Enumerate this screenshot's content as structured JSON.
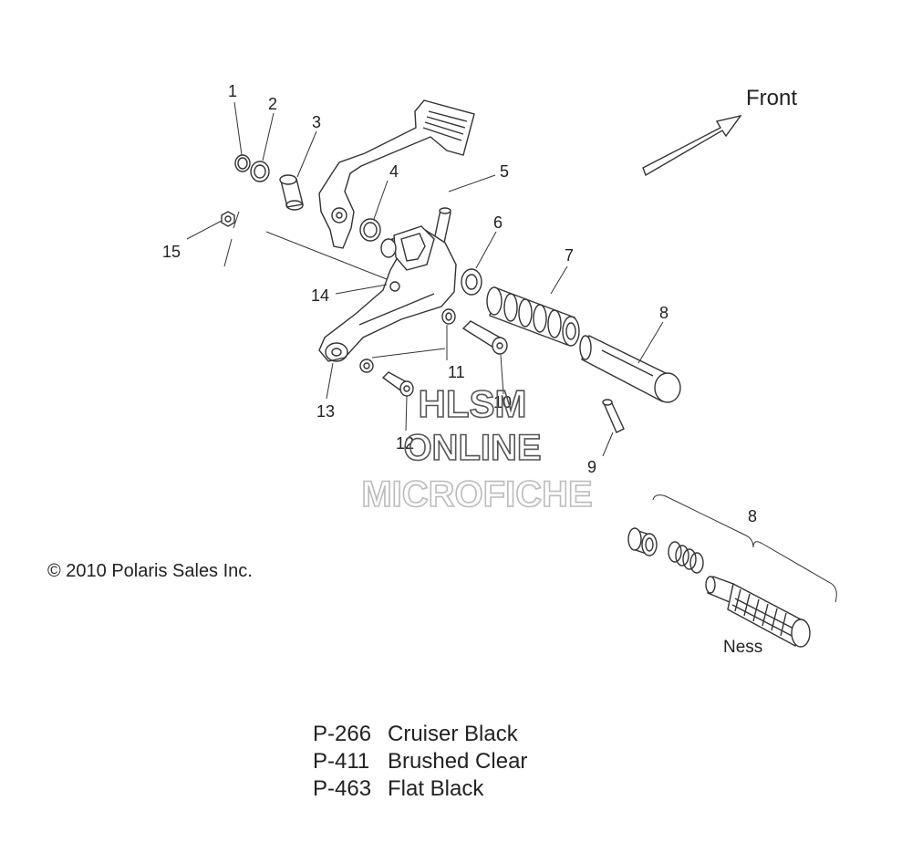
{
  "diagram": {
    "direction_label": "Front",
    "copyright": "© 2010 Polaris Sales Inc.",
    "kit_note": "Ness",
    "callouts": [
      "1",
      "2",
      "3",
      "4",
      "5",
      "6",
      "7",
      "8",
      "9",
      "10",
      "11",
      "12",
      "13",
      "14",
      "15"
    ],
    "kit_callout": "8"
  },
  "watermark": {
    "line1": "HLSM",
    "line2": "ONLINE",
    "line3": "MICROFICHE",
    "color_dark": "#555555",
    "color_light": "#bbbbbb"
  },
  "finishes": [
    {
      "code": "P-266",
      "name": "Cruiser Black"
    },
    {
      "code": "P-411",
      "name": "Brushed Clear"
    },
    {
      "code": "P-463",
      "name": "Flat Black"
    }
  ]
}
